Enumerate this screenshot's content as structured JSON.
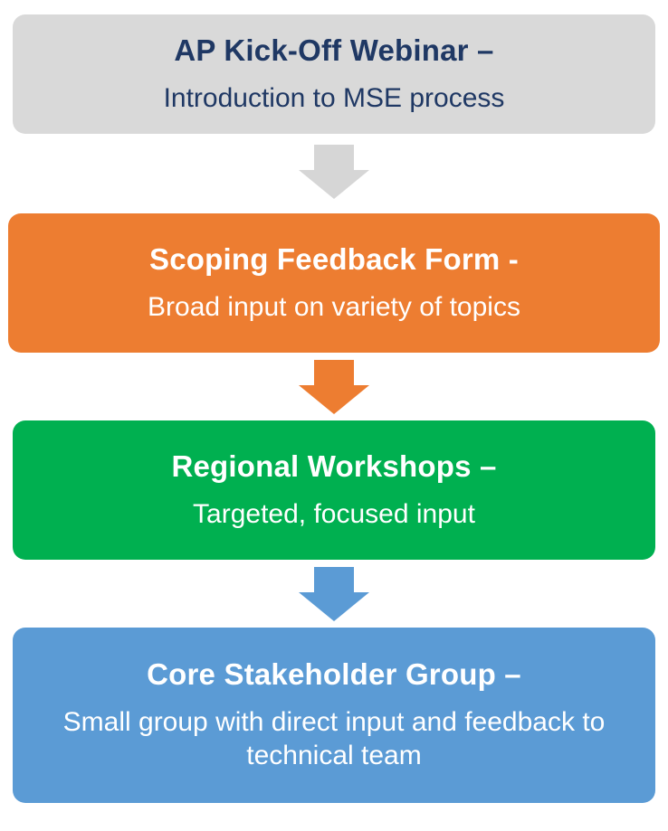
{
  "diagram": {
    "background": "#ffffff",
    "steps": [
      {
        "id": "ap-kickoff-webinar",
        "title": "AP Kick-Off Webinar –",
        "subtitle": "Introduction to MSE process",
        "box_color": "#d9d9d9",
        "text_color": "#1f3864",
        "arrow_after_color": "#d6d6d6"
      },
      {
        "id": "scoping-feedback-form",
        "title": "Scoping Feedback Form -",
        "subtitle": "Broad input on variety of topics",
        "box_color": "#ed7d31",
        "text_color": "#ffffff",
        "arrow_after_color": "#ed7d31"
      },
      {
        "id": "regional-workshops",
        "title": "Regional Workshops –",
        "subtitle": "Targeted, focused input",
        "box_color": "#00b050",
        "text_color": "#ffffff",
        "arrow_after_color": "#5b9bd5"
      },
      {
        "id": "core-stakeholder-group",
        "title": "Core Stakeholder Group –",
        "subtitle": "Small group with direct input and feedback to technical team",
        "box_color": "#5b9bd5",
        "text_color": "#ffffff",
        "arrow_after_color": null
      }
    ]
  }
}
